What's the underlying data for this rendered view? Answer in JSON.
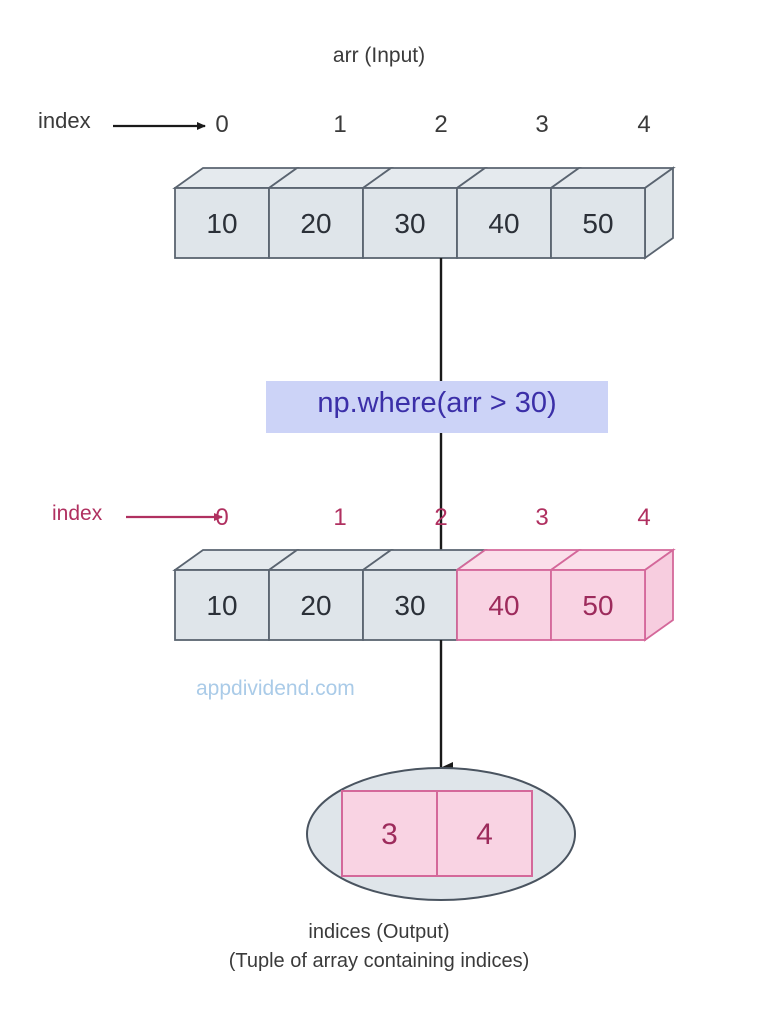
{
  "diagram": {
    "title": "arr (Input)",
    "operation_label": "np.where(arr > 30)",
    "watermark": "appdividend.com",
    "caption_line1": "indices (Output)",
    "caption_line2": "(Tuple of array containing indices)",
    "index_label_top": "index",
    "index_label_bottom": "index",
    "colors": {
      "box_fill": "#dfe5ea",
      "box_stroke": "#5a6470",
      "highlight_fill": "#f9d3e3",
      "highlight_stroke": "#d4689a",
      "highlight_text": "#9d2b5c",
      "op_box_fill": "#ccd3f7",
      "op_text": "#3b2fa8",
      "arrow": "#1a1a1a",
      "pink_arrow": "#b03060",
      "watermark": "#aacbe8",
      "ellipse_fill": "#dfe5ea",
      "ellipse_stroke": "#4a5460",
      "text": "#3a3a3a"
    },
    "input_array": {
      "name": "arr",
      "indices": [
        "0",
        "1",
        "2",
        "3",
        "4"
      ],
      "values": [
        "10",
        "20",
        "30",
        "40",
        "50"
      ],
      "highlighted": [
        false,
        false,
        false,
        false,
        false
      ]
    },
    "result_array": {
      "name": "arr",
      "indices": [
        "0",
        "1",
        "2",
        "3",
        "4"
      ],
      "values": [
        "10",
        "20",
        "30",
        "40",
        "50"
      ],
      "highlighted": [
        false,
        false,
        false,
        true,
        true
      ]
    },
    "output_tuple": {
      "values": [
        "3",
        "4"
      ]
    }
  }
}
